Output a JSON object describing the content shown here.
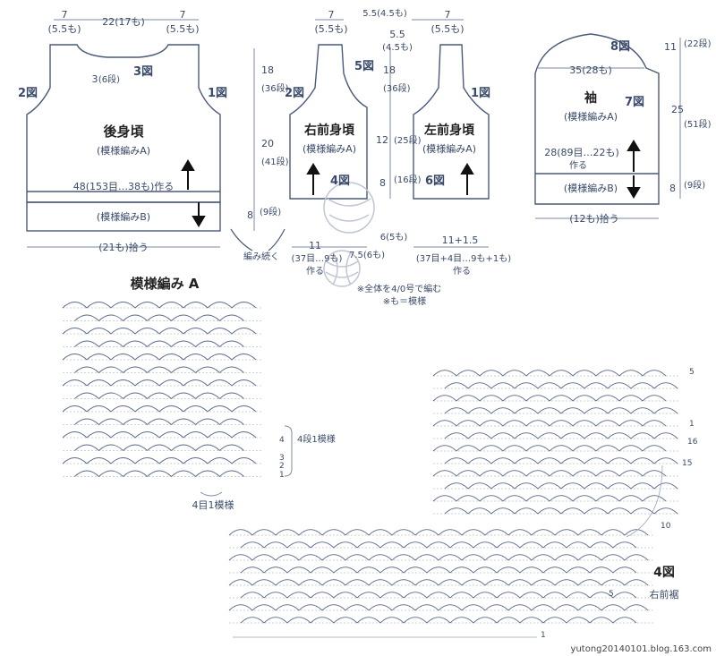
{
  "colors": {
    "ink": "#3a4a6a",
    "line": "#4a5a7a",
    "accent": "#111111",
    "grid": "#7a8aa8"
  },
  "back": {
    "title": "後身頃",
    "pattern": "(模様編みA)",
    "band": "(模様編みB)",
    "cast_on": "48(153目…38も)作る",
    "pickup": "(21も)拾う",
    "top_left": "7",
    "top_left_sub": "(5.5も)",
    "top_mid": "22(17も)",
    "top_right": "7",
    "top_right_sub": "(5.5も)",
    "neck_drop": "3",
    "neck_rows": "(6段)",
    "fig_left": "2図",
    "fig_right": "1図",
    "fig_neck": "3図",
    "dim_armhole": "18",
    "dim_armhole_rows": "(36段)",
    "dim_body": "20",
    "dim_body_rows": "(41段)",
    "dim_band": "8",
    "dim_band_rows": "(9段)"
  },
  "continue_label": "編み続く",
  "right_front": {
    "title": "右前身頃",
    "pattern": "(模様編みA)",
    "fig_neck": "5図",
    "fig_left": "2図",
    "fig_bottom": "4図",
    "top_w": "7",
    "top_w_sub": "(5.5も)",
    "bottom_w": "11",
    "bottom_count": "(37目…9も)",
    "made": "作る"
  },
  "left_front": {
    "title": "左前身頃",
    "pattern": "(模様編みA)",
    "fig_right": "1図",
    "fig_bottom": "6図",
    "top_w": "7",
    "top_w_sub": "(5.5も)",
    "top_mid": "5.5(4.5も)",
    "bottom_w": "11+1.5",
    "bottom_count": "(37目+4目…9も+1も)",
    "made": "作る",
    "neck_w": "5.5",
    "neck_w_sub": "(4.5も)",
    "front_gap": "6(5も)",
    "band_dup": "7.5(6も)"
  },
  "front_dims": {
    "a": "18",
    "a_rows": "(36段)",
    "b": "12",
    "b_rows": "(25段)",
    "c": "8",
    "c_rows": "(16段)"
  },
  "sleeve": {
    "title": "袖",
    "pattern": "(模様編みA)",
    "band": "(模様編みB)",
    "fig_top": "8図",
    "fig_side": "7図",
    "width": "35(28も)",
    "cast_on": "28(89目…22も)",
    "made": "作る",
    "pickup": "(12も)拾う",
    "cap": "11",
    "cap_rows": "(22段)",
    "body": "25",
    "body_rows": "(51段)",
    "band_h": "8",
    "band_rows": "(9段)"
  },
  "notes": {
    "needle": "※全体を4/0号で編む",
    "unit": "※も＝模様"
  },
  "pattern_a": {
    "title": "模様編み A",
    "repeat": "4目1模様",
    "rows_label": "4段1模様",
    "rows": [
      "4",
      "3",
      "2",
      "1"
    ]
  },
  "fig4": {
    "label": "4図",
    "sublabel": "右前裾",
    "markers": [
      "5",
      "1",
      "16",
      "15",
      "10",
      "5",
      "1"
    ]
  },
  "watermark": "yutong20140101.blog.163.com"
}
